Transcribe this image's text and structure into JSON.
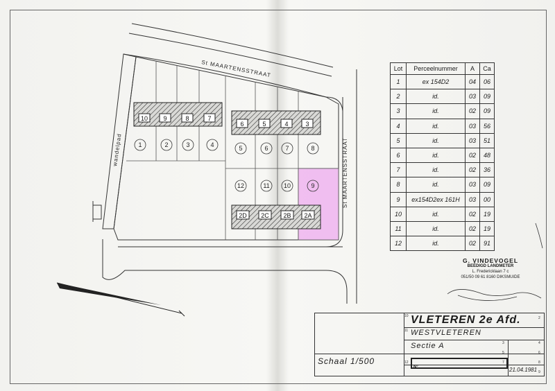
{
  "streets": {
    "maartens_top": "St MAARTENSSTRAAT",
    "maartens_right": "St MAARTENSSTRAAT",
    "wandelpad": "wandelpad"
  },
  "lots": {
    "l1": "1",
    "l2": "2",
    "l3": "3",
    "l4": "4",
    "l5": "5",
    "l6": "6",
    "l7": "7",
    "l8": "8",
    "l9": "9",
    "l10": "10",
    "l11": "11",
    "l12": "12"
  },
  "houses": {
    "h10": "10",
    "h9": "9",
    "h8": "8",
    "h7": "7",
    "h6": "6",
    "h5": "5",
    "h4": "4",
    "h3": "3",
    "h2d": "2D",
    "h2c": "2C",
    "h2b": "2B",
    "h2a": "2A"
  },
  "highlight_color": "#efb8ef",
  "table": {
    "headers": [
      "Lot",
      "Perceelnummer",
      "A",
      "Ca"
    ],
    "rows": [
      [
        "1",
        "ex 154D2",
        "04",
        "06"
      ],
      [
        "2",
        "id.",
        "03",
        "09"
      ],
      [
        "3",
        "id.",
        "02",
        "09"
      ],
      [
        "4",
        "id.",
        "03",
        "56"
      ],
      [
        "5",
        "id.",
        "03",
        "51"
      ],
      [
        "6",
        "id.",
        "02",
        "48"
      ],
      [
        "7",
        "id.",
        "02",
        "36"
      ],
      [
        "8",
        "id.",
        "03",
        "09"
      ],
      [
        "9",
        "ex154D2ex 161H",
        "03",
        "00"
      ],
      [
        "10",
        "id.",
        "02",
        "19"
      ],
      [
        "11",
        "id.",
        "02",
        "19"
      ],
      [
        "12",
        "id.",
        "02",
        "91"
      ]
    ]
  },
  "surveyor": {
    "name": "G. VINDEVOGEL",
    "title": "BEËDIGD LANDMETER",
    "address": "L. Fredericklaan 7 c",
    "phone_city": "051/50 09 61   8160  DIKSMUIDE"
  },
  "title_block": {
    "place": "VLETEREN 2e Afd.",
    "sub": "WESTVLETEREN",
    "section": "Sectie  A",
    "scale": "Schaal  1/500",
    "number_label": "N°",
    "date": "21.04.1981",
    "cell_numbers": [
      "10",
      "11",
      "12",
      "2",
      "3",
      "4",
      "5",
      "6",
      "7",
      "8",
      "9"
    ]
  }
}
